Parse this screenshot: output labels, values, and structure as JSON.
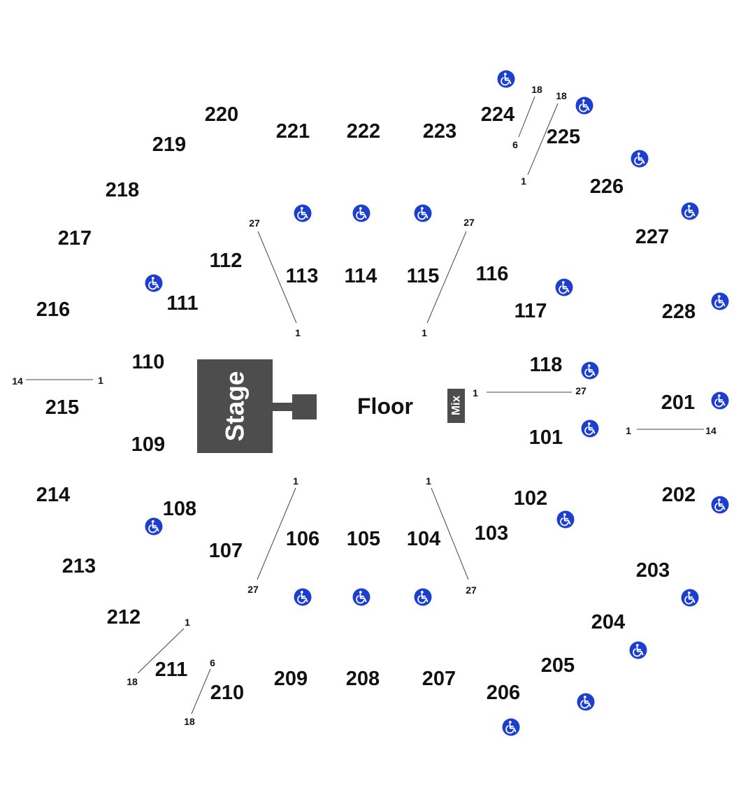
{
  "colors": {
    "stage": "#4d4d4d",
    "accessible": "#1d3fd0",
    "text": "#111111",
    "background": "#ffffff"
  },
  "labels": {
    "stage": "Stage",
    "floor": "Floor",
    "mix": "Mix"
  },
  "icon": "wheelchair-accessible-icon",
  "sections": {
    "s220": "220",
    "s221": "221",
    "s222": "222",
    "s223": "223",
    "s224": "224",
    "s225": "225",
    "s219": "219",
    "s218": "218",
    "s217": "217",
    "s216": "216",
    "s215": "215",
    "s214": "214",
    "s213": "213",
    "s212": "212",
    "s211": "211",
    "s210": "210",
    "s209": "209",
    "s208": "208",
    "s207": "207",
    "s206": "206",
    "s205": "205",
    "s204": "204",
    "s203": "203",
    "s202": "202",
    "s201": "201",
    "s228": "228",
    "s227": "227",
    "s226": "226",
    "s112": "112",
    "s113": "113",
    "s114": "114",
    "s115": "115",
    "s116": "116",
    "s117": "117",
    "s118": "118",
    "s111": "111",
    "s110": "110",
    "s109": "109",
    "s108": "108",
    "s107": "107",
    "s106": "106",
    "s105": "105",
    "s104": "104",
    "s103": "103",
    "s102": "102",
    "s101": "101"
  },
  "rows": {
    "r224_top": "18",
    "r224_bot": "6",
    "r225_top": "18",
    "r225_bot": "1",
    "r113_top": "27",
    "r113_bot": "1",
    "r116_top": "27",
    "r116_bot": "1",
    "r215_left": "14",
    "r215_right": "1",
    "r118_left": "1",
    "r118_right": "27",
    "r201_left": "1",
    "r201_right": "14",
    "r106_top": "1",
    "r106_bot": "27",
    "r103_top": "1",
    "r103_bot": "27",
    "r212_top": "1",
    "r212_bot": "18",
    "r210_top": "6",
    "r210_bot": "18"
  }
}
